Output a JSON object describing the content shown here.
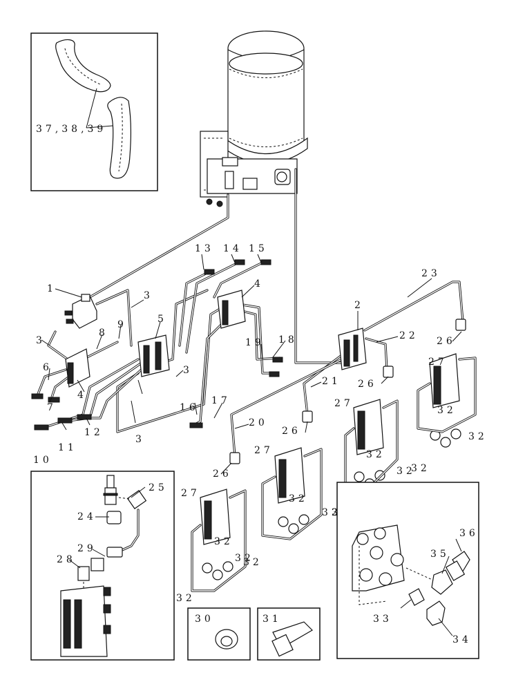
{
  "callouts": {
    "c1": "1",
    "c2": "2",
    "c3a": "3",
    "c3b": "3",
    "c3c": "3",
    "c3d": "3",
    "c4a": "4",
    "c4b": "4",
    "c5": "5",
    "c6": "6",
    "c7": "7",
    "c8": "8",
    "c9": "9",
    "c10": "10",
    "c11": "11",
    "c12": "12",
    "c13": "13",
    "c14": "14",
    "c15": "15",
    "c16": "16",
    "c17": "17",
    "c18": "18",
    "c19": "19",
    "c20": "20",
    "c21": "21",
    "c22": "22",
    "c23": "23",
    "c24": "24",
    "c25": "25",
    "c26a": "26",
    "c26b": "26",
    "c26c": "26",
    "c26d": "26",
    "c27a": "27",
    "c27b": "27",
    "c27c": "27",
    "c27d": "27",
    "c28": "28",
    "c29": "29",
    "c30": "30",
    "c31": "31",
    "c32a": "32",
    "c32b": "32",
    "c32c": "32",
    "c32d": "32",
    "c32e": "32",
    "c32f": "32",
    "c32g": "32",
    "c32h": "32",
    "c32i": "32",
    "c32j": "32",
    "c32k": "32",
    "c32l": "32",
    "c33": "33",
    "c34": "34",
    "c35": "35",
    "c36": "36",
    "c37": "37,38,39"
  }
}
